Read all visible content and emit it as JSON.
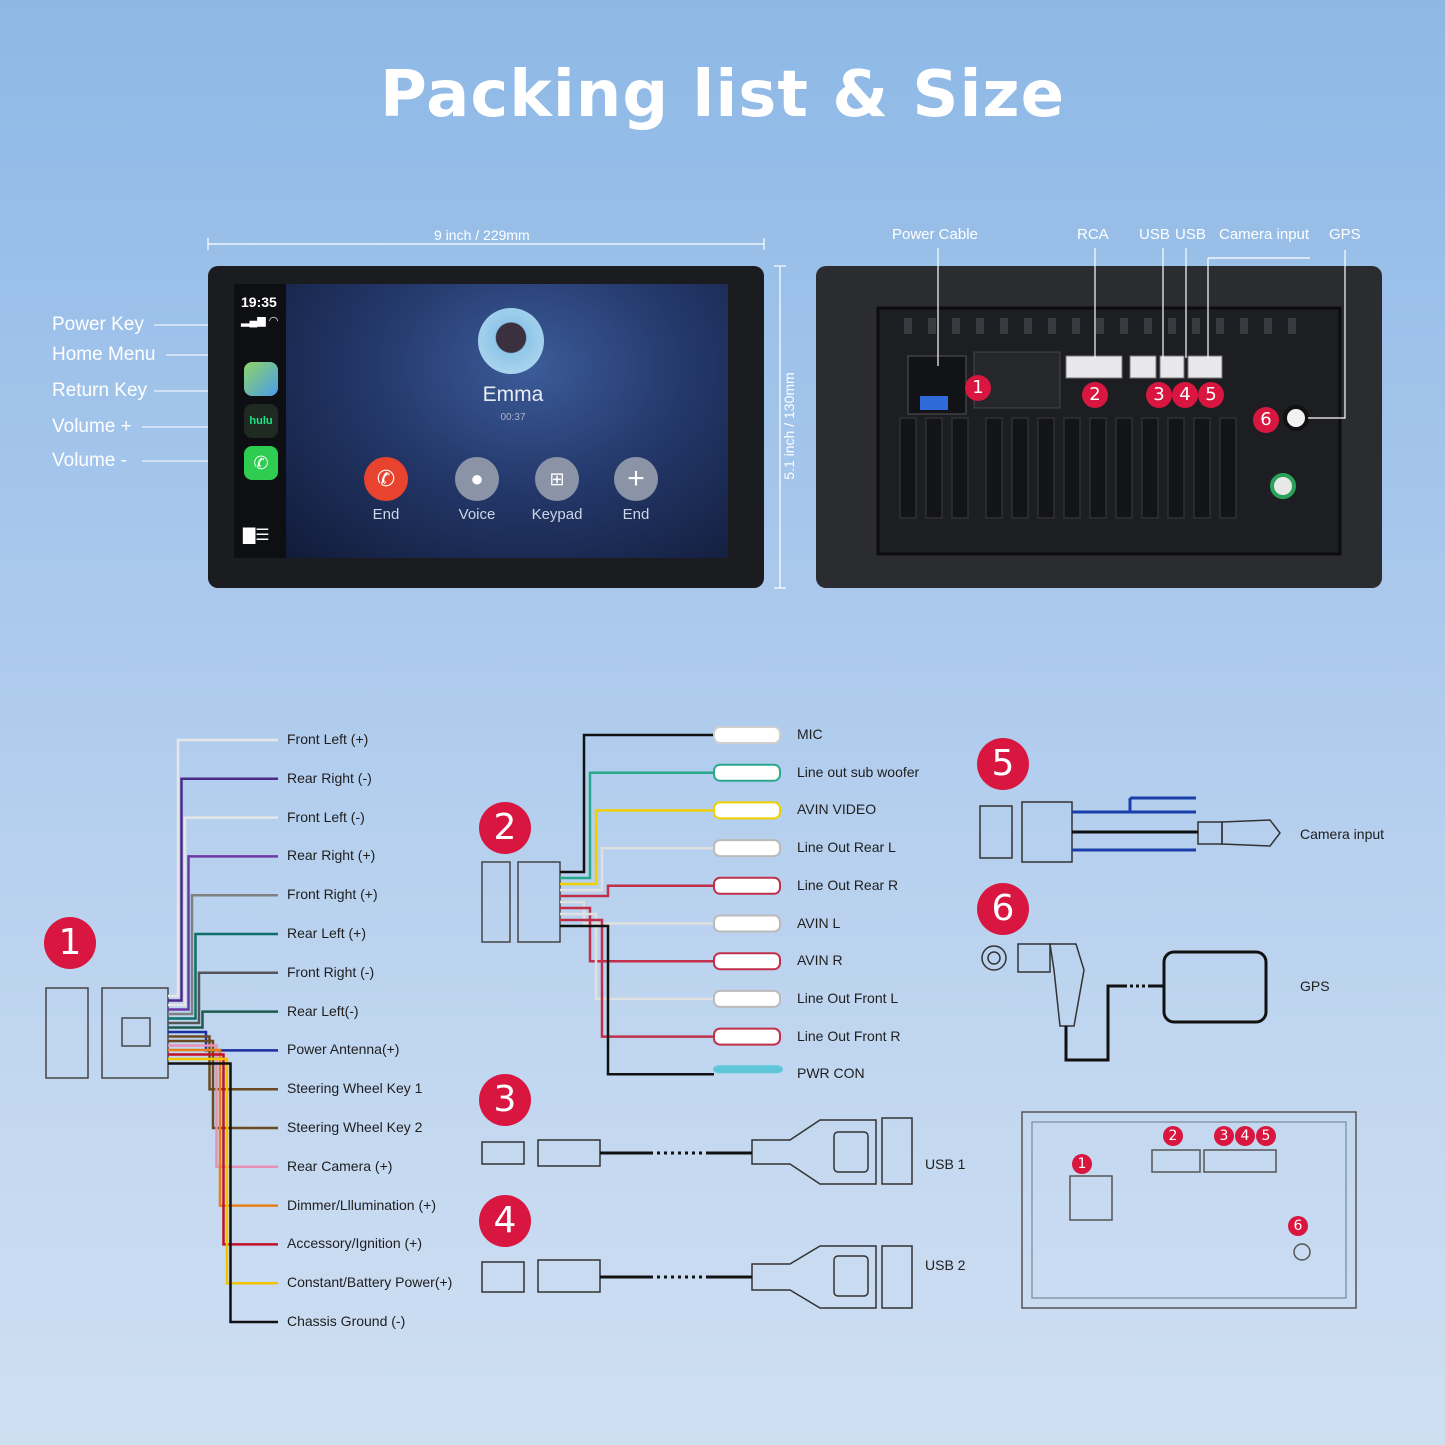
{
  "title": "Packing list & Size",
  "dimensions": {
    "width": "9 inch / 229mm",
    "height": "5.1 inch / 130mm"
  },
  "side_keys": [
    "Power Key",
    "Home Menu",
    "Return Key",
    "Volume +",
    "Volume -"
  ],
  "screen": {
    "time": "19:35",
    "caller": "Emma",
    "duration": "00:37",
    "buttons": [
      "End",
      "Voice",
      "Keypad",
      "End"
    ],
    "apps": [
      "Maps",
      "hulu",
      "Phone"
    ]
  },
  "back_labels": [
    "Power Cable",
    "RCA",
    "USB",
    "USB",
    "Camera input",
    "GPS"
  ],
  "badges": [
    "1",
    "2",
    "3",
    "4",
    "5",
    "6"
  ],
  "harness1": [
    {
      "label": "Front Left (+)",
      "color": "#e6e6e6"
    },
    {
      "label": "Rear Right (-)",
      "color": "#4b2a8a"
    },
    {
      "label": "Front Left (-)",
      "color": "#e6e6e6"
    },
    {
      "label": "Rear Right (+)",
      "color": "#6a3aa5"
    },
    {
      "label": "Front Right (+)",
      "color": "#808080"
    },
    {
      "label": "Rear Left (+)",
      "color": "#0d6e6a"
    },
    {
      "label": "Front Right (-)",
      "color": "#555555"
    },
    {
      "label": "Rear Left(-)",
      "color": "#1b5a4c"
    },
    {
      "label": "Power Antenna(+)",
      "color": "#1b2fa0"
    },
    {
      "label": "Steering Wheel Key 1",
      "color": "#6b4a22"
    },
    {
      "label": "Steering Wheel Key 2",
      "color": "#6b4a22"
    },
    {
      "label": "Rear Camera (+)",
      "color": "#e890b8"
    },
    {
      "label": "Dimmer/Lllumination (+)",
      "color": "#e8801a"
    },
    {
      "label": "Accessory/Ignition (+)",
      "color": "#c0102a"
    },
    {
      "label": "Constant/Battery Power(+)",
      "color": "#f2c400"
    },
    {
      "label": "Chassis Ground (-)",
      "color": "#111111"
    }
  ],
  "harness2": [
    {
      "label": "MIC",
      "color": "#cfcfcf"
    },
    {
      "label": "Line out sub woofer",
      "color": "#2aa88e"
    },
    {
      "label": "AVIN VIDEO",
      "color": "#f0d000"
    },
    {
      "label": "Line Out Rear L",
      "color": "#e0e0e0"
    },
    {
      "label": "Line Out Rear R",
      "color": "#c0304a"
    },
    {
      "label": "AVIN L",
      "color": "#e0e0e0"
    },
    {
      "label": "AVIN R",
      "color": "#c0304a"
    },
    {
      "label": "Line Out Front L",
      "color": "#e0e0e0"
    },
    {
      "label": "Line Out Front R",
      "color": "#c0304a"
    },
    {
      "label": "PWR CON",
      "color": "#5ec8d8"
    }
  ],
  "usb1_label": "USB 1",
  "usb2_label": "USB 2",
  "camera_label": "Camera input",
  "gps_label": "GPS"
}
